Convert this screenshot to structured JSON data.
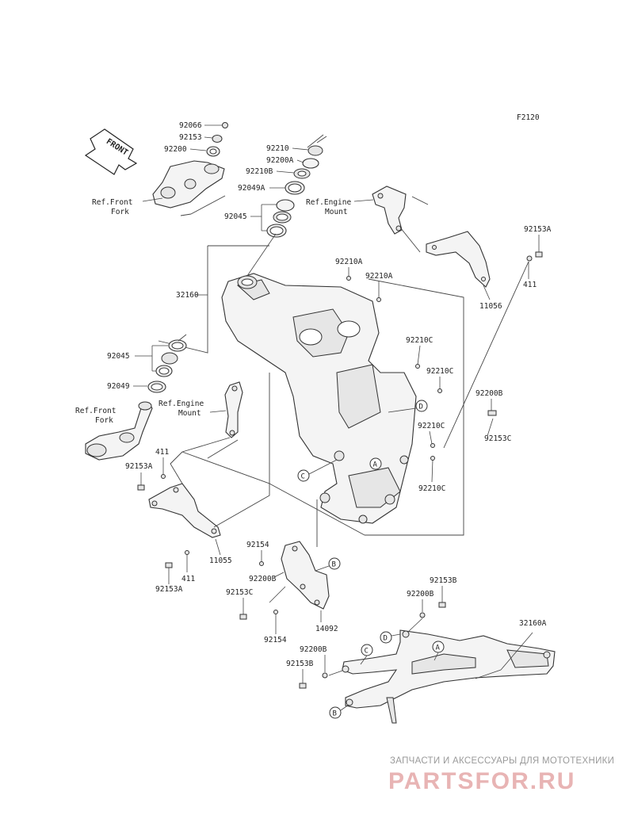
{
  "figure_code": "F2120",
  "front_arrow": "FRONT",
  "refs": {
    "front_fork_top": "Ref.Front\nFork",
    "engine_mount_top": "Ref.Engine\nMount",
    "front_fork_left": "Ref.Front\nFork",
    "engine_mount_left": "Ref.Engine\nMount"
  },
  "parts": [
    {
      "id": "92066",
      "label": "92066"
    },
    {
      "id": "92153",
      "label": "92153"
    },
    {
      "id": "92200",
      "label": "92200"
    },
    {
      "id": "92210",
      "label": "92210"
    },
    {
      "id": "92200A",
      "label": "92200A"
    },
    {
      "id": "92210B",
      "label": "92210B"
    },
    {
      "id": "92049A",
      "label": "92049A"
    },
    {
      "id": "92045-top",
      "label": "92045"
    },
    {
      "id": "92153A-right",
      "label": "92153A"
    },
    {
      "id": "411-right",
      "label": "411"
    },
    {
      "id": "11056",
      "label": "11056"
    },
    {
      "id": "92210A-1",
      "label": "92210A"
    },
    {
      "id": "92210A-2",
      "label": "92210A"
    },
    {
      "id": "32160",
      "label": "32160"
    },
    {
      "id": "92045-left",
      "label": "92045"
    },
    {
      "id": "92049",
      "label": "92049"
    },
    {
      "id": "92210C-1",
      "label": "92210C"
    },
    {
      "id": "92210C-2",
      "label": "92210C"
    },
    {
      "id": "92200B-right",
      "label": "92200B"
    },
    {
      "id": "92210C-3",
      "label": "92210C"
    },
    {
      "id": "92153C-right",
      "label": "92153C"
    },
    {
      "id": "92210C-4",
      "label": "92210C"
    },
    {
      "id": "411-left",
      "label": "411"
    },
    {
      "id": "92153A-left",
      "label": "92153A"
    },
    {
      "id": "92154-1",
      "label": "92154"
    },
    {
      "id": "11055",
      "label": "11055"
    },
    {
      "id": "411-bottom",
      "label": "411"
    },
    {
      "id": "92200B-mid",
      "label": "92200B"
    },
    {
      "id": "92153A-bottom",
      "label": "92153A"
    },
    {
      "id": "92153C-mid",
      "label": "92153C"
    },
    {
      "id": "14092",
      "label": "14092"
    },
    {
      "id": "92154-2",
      "label": "92154"
    },
    {
      "id": "92153B-right",
      "label": "92153B"
    },
    {
      "id": "92200B-right2",
      "label": "92200B"
    },
    {
      "id": "32160A",
      "label": "32160A"
    },
    {
      "id": "92200B-bottom",
      "label": "92200B"
    },
    {
      "id": "92153B-bottom",
      "label": "92153B"
    }
  ],
  "callouts": [
    "A",
    "B",
    "C",
    "D"
  ],
  "watermark": {
    "tagline": "ЗАПЧАСТИ И АКСЕССУАРЫ ДЛЯ МОТОТЕХНИКИ",
    "logo": "PARTSFOR.RU"
  }
}
